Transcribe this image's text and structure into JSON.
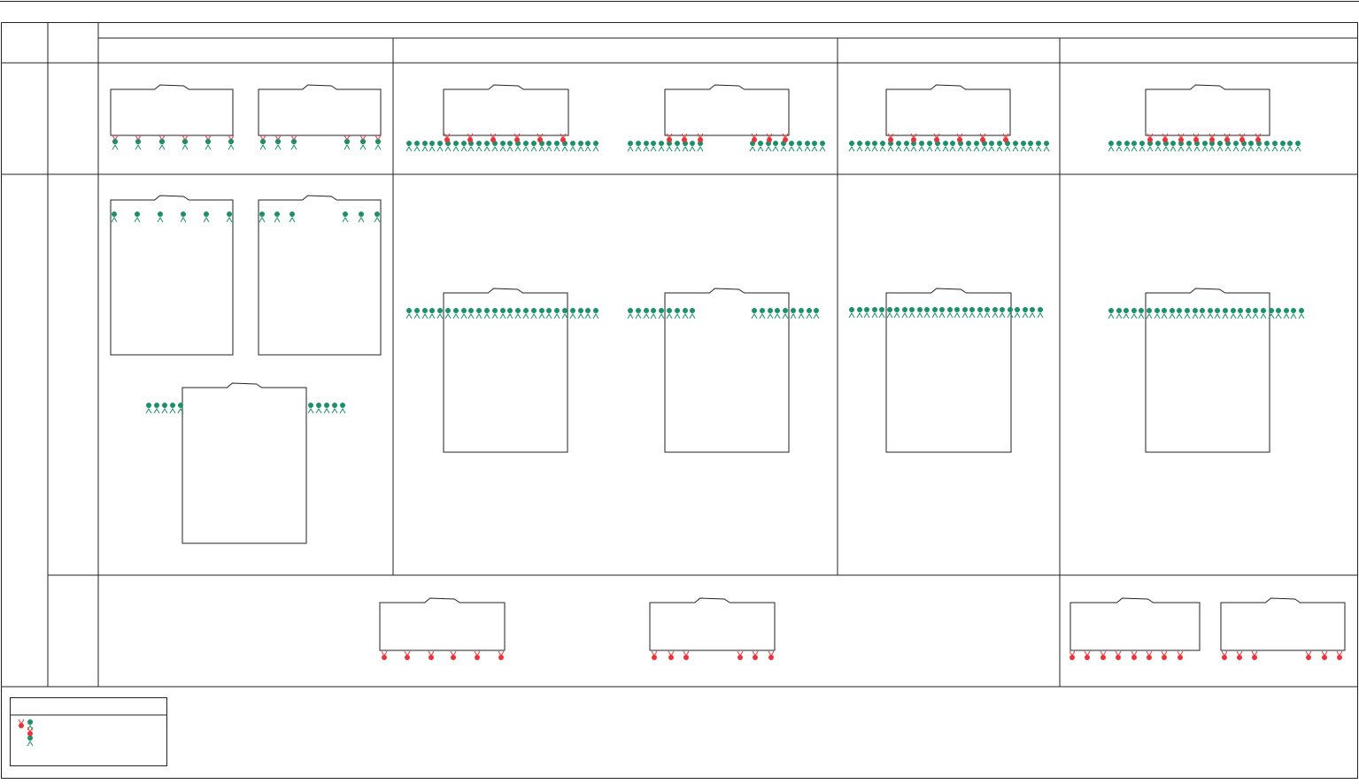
{
  "colors": {
    "line": "#222222",
    "red_pin": "#e8343a",
    "green_pin": "#1a9166",
    "background": "#ffffff"
  },
  "grid": {
    "row_headers": [],
    "column_headers": []
  },
  "groups": [
    {
      "cell": "top-row-col-1",
      "tables": [
        {
          "type": "short",
          "pins_above": [],
          "pins_below": [
            "red",
            "red",
            "red",
            "red",
            "red",
            "red"
          ]
        },
        {
          "type": "short",
          "pins_above": [],
          "pins_below": [
            "red",
            "red",
            "red",
            "gap",
            "gap",
            "red",
            "red",
            "red"
          ]
        }
      ]
    },
    {
      "cell": "top-row-col-2",
      "tables": [
        {
          "type": "short",
          "pins_below_mixed": "green5-red6-green6"
        },
        {
          "type": "short",
          "pins_below_mixed": "green-red-gap-red-green"
        }
      ]
    },
    {
      "cell": "top-row-col-3",
      "tables": [
        {
          "type": "short",
          "pins_below_mixed": "green-red-green"
        }
      ]
    },
    {
      "cell": "top-row-col-4",
      "tables": [
        {
          "type": "short",
          "pins_below_mixed": "green-red-green"
        }
      ]
    },
    {
      "cell": "middle-row-col-1",
      "tables": [
        {
          "type": "tall",
          "pins_inside_top": [
            "green",
            "green",
            "green",
            "green",
            "green",
            "green"
          ]
        },
        {
          "type": "tall",
          "pins_inside_top": [
            "green",
            "green",
            "green",
            "gap",
            "gap",
            "green",
            "green",
            "green"
          ]
        },
        {
          "type": "tall",
          "pins_sides": "green-left-5-green-right-5"
        }
      ]
    },
    {
      "cell": "middle-row-col-2",
      "tables": [
        {
          "type": "tall",
          "pins_line": "green-continuous"
        },
        {
          "type": "tall",
          "pins_line": "green-split"
        }
      ]
    },
    {
      "cell": "middle-row-col-3",
      "tables": [
        {
          "type": "tall",
          "pins_line": "green-continuous"
        }
      ]
    },
    {
      "cell": "middle-row-col-4",
      "tables": [
        {
          "type": "tall",
          "pins_line": "green-continuous"
        }
      ]
    },
    {
      "cell": "bottom-row",
      "tables": [
        {
          "type": "short",
          "pins_below": "red6"
        },
        {
          "type": "short",
          "pins_below": "red3-gap-red3"
        },
        {
          "type": "short",
          "pins_below": "red9"
        },
        {
          "type": "short",
          "pins_below": "red3-gap-red3"
        }
      ]
    }
  ],
  "legend": {
    "title": "",
    "items": [
      {
        "icon": "red-person-icon",
        "label": ""
      },
      {
        "icon": "green-person-icon",
        "label": ""
      }
    ]
  }
}
